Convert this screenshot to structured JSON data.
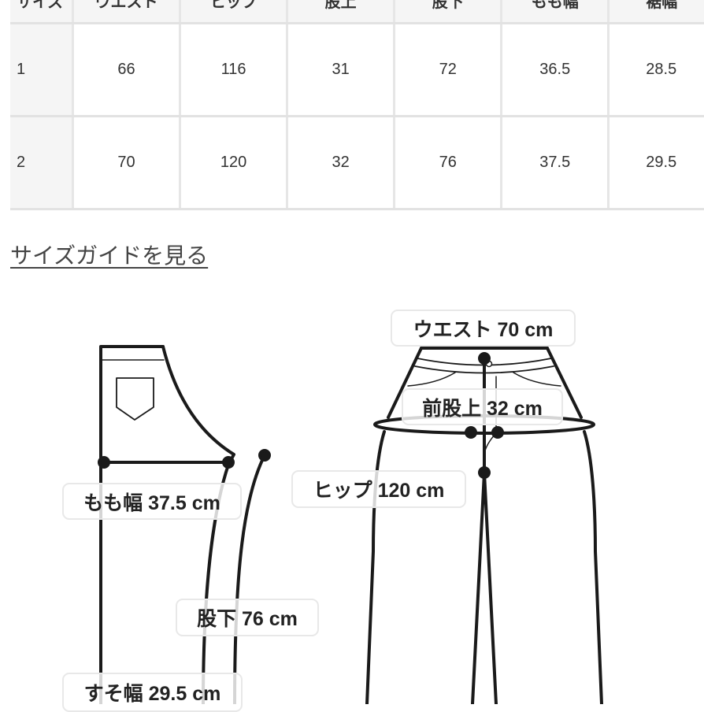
{
  "size_table": {
    "headers": [
      "サイズ",
      "ウエスト",
      "ヒップ",
      "股上",
      "股下",
      "もも幅",
      "裾幅"
    ],
    "rows": [
      [
        "1",
        "66",
        "116",
        "31",
        "72",
        "36.5",
        "28.5"
      ],
      [
        "2",
        "70",
        "120",
        "32",
        "76",
        "37.5",
        "29.5"
      ]
    ]
  },
  "size_guide_link": "サイズガイドを見る",
  "diagram": {
    "waist": "ウエスト 70 cm",
    "front_rise": "前股上 32 cm",
    "hip": "ヒップ 120 cm",
    "thigh": "もも幅 37.5 cm",
    "inseam": "股下 76 cm",
    "hem": "すそ幅 29.5 cm"
  }
}
